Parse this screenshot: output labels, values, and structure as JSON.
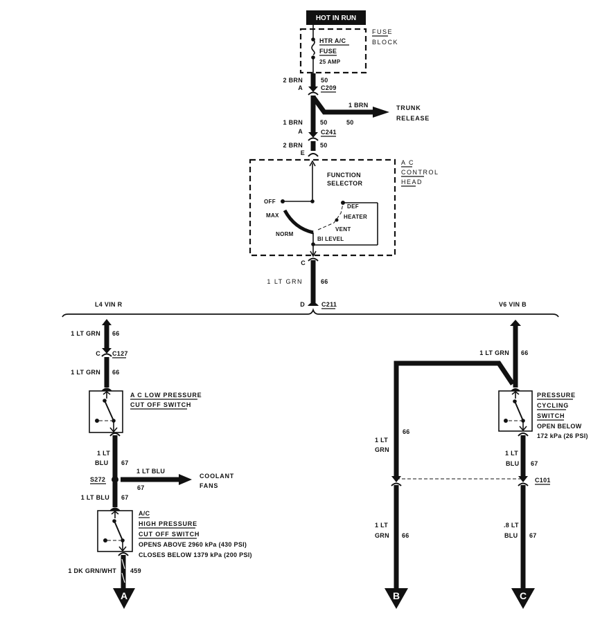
{
  "diagram": {
    "type": "wiring-schematic",
    "power_source": {
      "label": "HOT IN RUN"
    },
    "fuse_block": {
      "name_lines": [
        "FUSE",
        "BLOCK"
      ],
      "fuse_name_lines": [
        "HTR A/C",
        "FUSE"
      ],
      "rating": "25 AMP"
    },
    "top_wires": [
      {
        "gauge_color": "2 BRN",
        "circuit": "50",
        "pin": "A",
        "connector": "C209"
      },
      {
        "gauge_color": "1 BRN",
        "circuit": "50",
        "pin": "A",
        "connector": "C241"
      },
      {
        "gauge_color": "2 BRN",
        "circuit": "50",
        "pin": "E"
      }
    ],
    "trunk_branch": {
      "gauge_color": "1 BRN",
      "circuit": "50",
      "dest_lines": [
        "TRUNK",
        "RELEASE"
      ]
    },
    "control_head": {
      "name_lines": [
        "A C",
        "CONTROL",
        "HEAD"
      ],
      "selector_lines": [
        "FUNCTION",
        "SELECTOR"
      ],
      "positions": [
        "OFF",
        "MAX",
        "NORM",
        "BI LEVEL",
        "VENT",
        "HEATER",
        "DEF"
      ],
      "out_pin": "C"
    },
    "mid_wire": {
      "gauge_color": "1 LT GRN",
      "circuit": "66",
      "pin": "D",
      "connector": "C211"
    },
    "variants": {
      "left": {
        "label": "L4 VIN R"
      },
      "right": {
        "label": "V6 VIN B"
      }
    },
    "left_branch": {
      "wire1": {
        "gauge_color": "1 LT GRN",
        "circuit": "66"
      },
      "connector_pin": "C",
      "connector": "C127",
      "wire2": {
        "gauge_color": "1 LT GRN",
        "circuit": "66"
      },
      "low_switch_lines": [
        "A C LOW PRESSURE",
        "CUT OFF SWITCH"
      ],
      "wire3": {
        "gauge_lines": [
          "1 LT",
          "BLU"
        ],
        "circuit": "67"
      },
      "splice": "S272",
      "fan_branch": {
        "gauge_color": "1 LT BLU",
        "circuit": "67",
        "dest_lines": [
          "COOLANT",
          "FANS"
        ]
      },
      "wire4": {
        "gauge_color": "1 LT BLU",
        "circuit": "67"
      },
      "high_switch_lines": [
        "A/C",
        "HIGH PRESSURE",
        "CUT OFF SWITCH"
      ],
      "high_switch_notes": [
        "OPENS ABOVE 2960 kPa (430 PSI)",
        "CLOSES BELOW 1379 kPa (200 PSI)"
      ],
      "wire5": {
        "gauge_color": "1 DK GRN/WHT",
        "circuit": "459"
      },
      "terminal": "A"
    },
    "right_branch": {
      "top_wire": {
        "gauge_color": "1 LT GRN",
        "circuit": "66"
      },
      "cycling_switch_lines": [
        "PRESSURE",
        "CYCLING",
        "SWITCH"
      ],
      "cycling_switch_notes": [
        "OPEN BELOW",
        "172 kPa (26 PSI)"
      ],
      "b_wire_upper": {
        "gauge_lines": [
          "1 LT",
          "GRN"
        ],
        "circuit": "66"
      },
      "c_wire_upper": {
        "gauge_lines": [
          "1 LT",
          "BLU"
        ],
        "circuit": "67"
      },
      "connector": "C101",
      "b_wire_lower": {
        "gauge_lines": [
          "1 LT",
          "GRN"
        ],
        "circuit": "66"
      },
      "c_wire_lower": {
        "gauge_lines": [
          ".8 LT",
          "BLU"
        ],
        "circuit": "67"
      },
      "terminal_b": "B",
      "terminal_c": "C"
    }
  }
}
